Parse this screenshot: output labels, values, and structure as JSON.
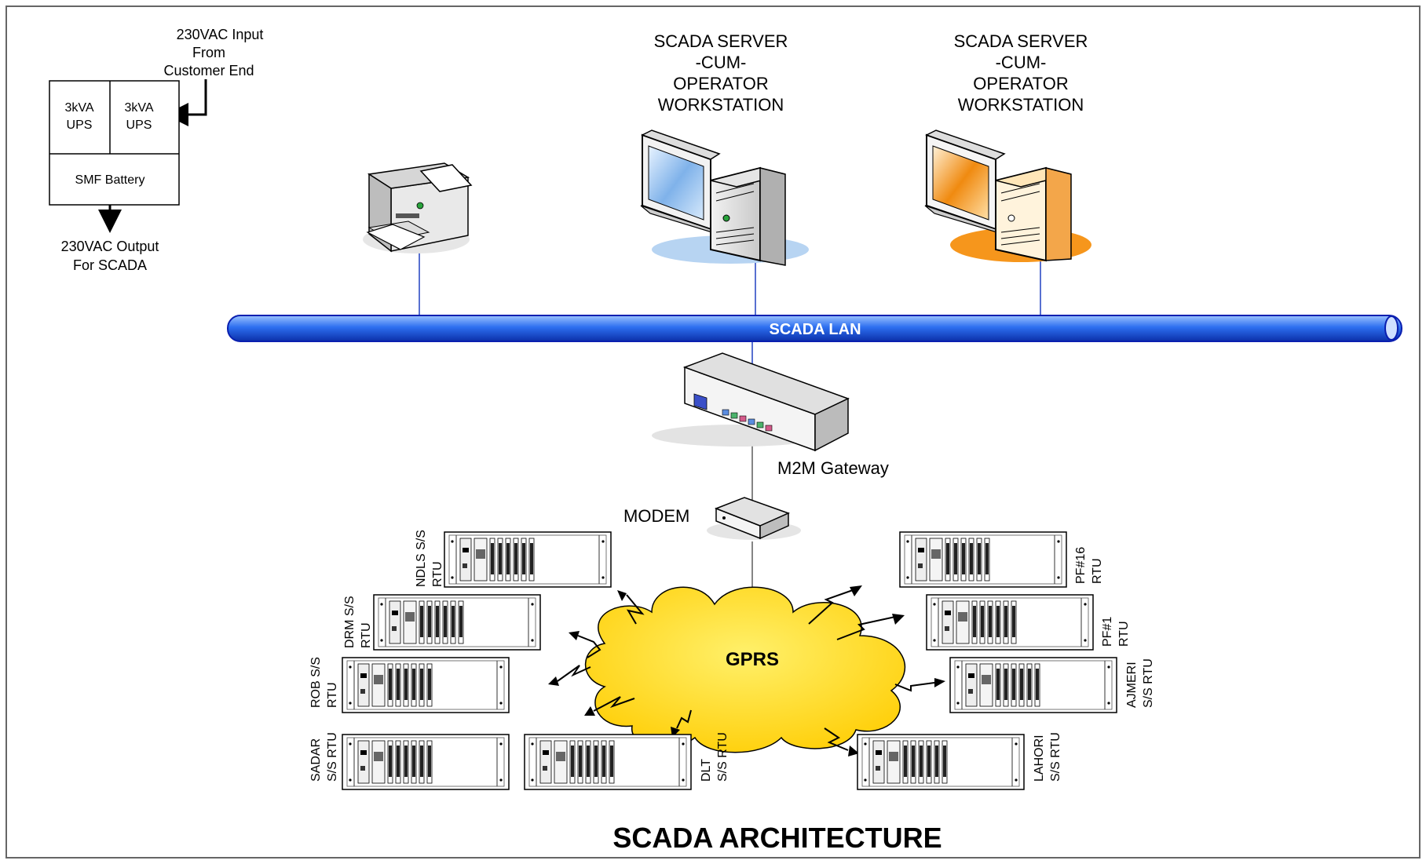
{
  "power": {
    "input_line1": "230VAC Input",
    "input_line2": "From",
    "input_line3": "Customer End",
    "ups1_line1": "3kVA",
    "ups1_line2": "UPS",
    "ups2_line1": "3kVA",
    "ups2_line2": "UPS",
    "battery": "SMF Battery",
    "output_line1": "230VAC Output",
    "output_line2": "For SCADA"
  },
  "servers": [
    {
      "line1": "SCADA SERVER",
      "line2": "-CUM-",
      "line3": "OPERATOR",
      "line4": "WORKSTATION"
    },
    {
      "line1": "SCADA SERVER",
      "line2": "-CUM-",
      "line3": "OPERATOR",
      "line4": "WORKSTATION"
    }
  ],
  "lan_label": "SCADA LAN",
  "gateway_label": "M2M Gateway",
  "modem_label": "MODEM",
  "cloud_label": "GPRS",
  "rtus": {
    "ndls": {
      "line1": "NDLS S/S",
      "line2": "RTU"
    },
    "drm": {
      "line1": "DRM S/S",
      "line2": "RTU"
    },
    "rob": {
      "line1": "ROB S/S",
      "line2": "RTU"
    },
    "sadar": {
      "line1": "SADAR",
      "line2": "S/S RTU"
    },
    "dlt": {
      "line1": "DLT",
      "line2": "S/S RTU"
    },
    "pf16": {
      "line1": "PF#16",
      "line2": "RTU"
    },
    "pf1": {
      "line1": "PF#1",
      "line2": "RTU"
    },
    "ajmeri": {
      "line1": "AJMERI",
      "line2": "S/S RTU"
    },
    "lahori": {
      "line1": "LAHORI",
      "line2": "S/S RTU"
    }
  },
  "title": "SCADA ARCHITECTURE",
  "colors": {
    "lan": "#1f5fd8",
    "lan_outline": "#0a1fb0",
    "cloud": "#ffd400",
    "server1": "#7fb2ea",
    "server2": "#f08a10"
  }
}
